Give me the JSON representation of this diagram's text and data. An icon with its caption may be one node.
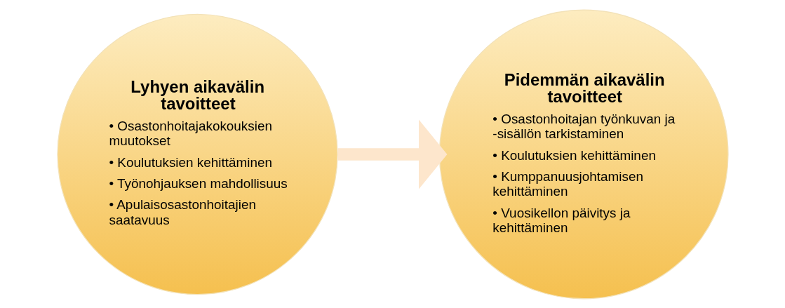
{
  "diagram": {
    "nodes": [
      {
        "text": [
          "Lyhyen aikavälin tavoitteet",
          "• Osastonhoitajakokouksien muutokset",
          "• Koulutuksien kehittäminen",
          "• Työnohjauksen mahdollisuus",
          "• Apulaisosastonhoitajien saatavuus"
        ]
      },
      {
        "text": [
          "Pidemmän aikavälin tavoitteet",
          "• Osastonhoitajan työnkuvan ja -sisällön tarkistaminen",
          "• Koulutuksien kehittäminen",
          "• Kumppanuusjohtamisen kehittäminen",
          "• Vuosikellon päivitys ja kehittäminen"
        ]
      }
    ],
    "edges": [
      {
        "from": 0,
        "to": 1,
        "arrow": "to"
      }
    ]
  }
}
